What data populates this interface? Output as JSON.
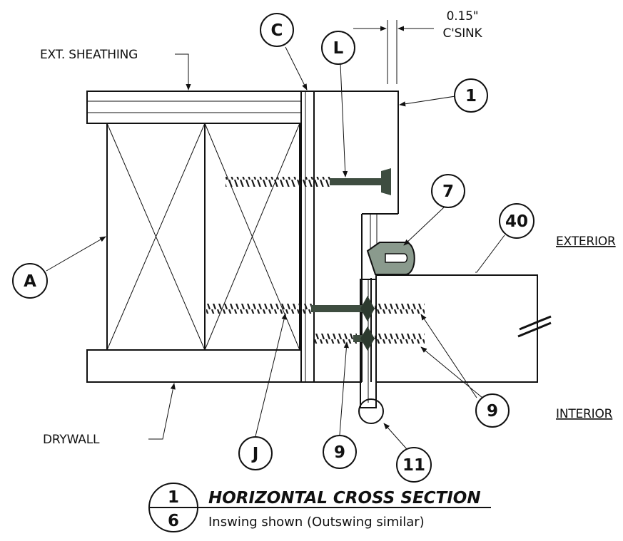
{
  "labels": {
    "ext_sheathing": "EXT. SHEATHING",
    "drywall": "DRYWALL",
    "exterior": "EXTERIOR",
    "interior": "INTERIOR",
    "csink_dim": "0.15\"",
    "csink_text": "C'SINK"
  },
  "callouts": {
    "A": "A",
    "C": "C",
    "L": "L",
    "J": "J",
    "one": "1",
    "seven": "7",
    "forty": "40",
    "nine_right": "9",
    "nine_bottom": "9",
    "eleven": "11"
  },
  "title_block": {
    "detail_number": "1",
    "sheet_number": "6",
    "title": "HORIZONTAL CROSS SECTION",
    "subtitle": "Inswing shown (Outswing similar)"
  }
}
